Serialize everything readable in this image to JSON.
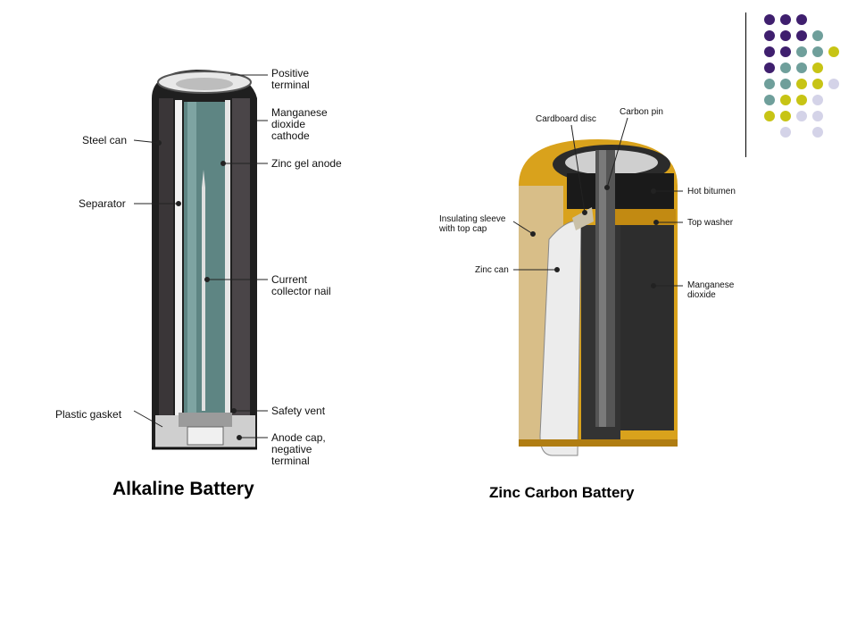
{
  "slide": {
    "dot_colors": {
      "purple": "#3f1f6e",
      "teal": "#6f9f9b",
      "olive": "#c7c415",
      "lavender": "#d4d3e8"
    },
    "dot_grid": [
      [
        "purple",
        "purple",
        "purple",
        null,
        null
      ],
      [
        "purple",
        "purple",
        "purple",
        "teal",
        null
      ],
      [
        "purple",
        "purple",
        "teal",
        "teal",
        "olive"
      ],
      [
        "purple",
        "teal",
        "teal",
        "olive",
        null
      ],
      [
        "teal",
        "teal",
        "olive",
        "olive",
        "lavender"
      ],
      [
        "teal",
        "olive",
        "olive",
        "lavender",
        null
      ],
      [
        "olive",
        "olive",
        "lavender",
        "lavender",
        null
      ],
      [
        null,
        "lavender",
        null,
        "lavender",
        null
      ]
    ]
  },
  "alkaline": {
    "caption": "Alkaline Battery",
    "labels": {
      "positive_terminal": "Positive\nterminal",
      "manganese_cathode": "Manganese\ndioxide\ncathode",
      "steel_can": "Steel can",
      "zinc_gel_anode": "Zinc gel anode",
      "separator": "Separator",
      "current_collector": "Current\ncollector nail",
      "plastic_gasket": "Plastic gasket",
      "safety_vent": "Safety vent",
      "anode_cap": "Anode cap,\nnegative\nterminal"
    }
  },
  "zinc_carbon": {
    "caption": "Zinc Carbon Battery",
    "labels": {
      "cardboard_disc": "Cardboard disc",
      "carbon_pin": "Carbon pin",
      "hot_bitumen": "Hot bitumen",
      "insulating_sleeve": "Insulating sleeve\nwith top cap",
      "top_washer": "Top washer",
      "zinc_can": "Zinc can",
      "manganese_dioxide": "Manganese\ndioxide"
    }
  }
}
